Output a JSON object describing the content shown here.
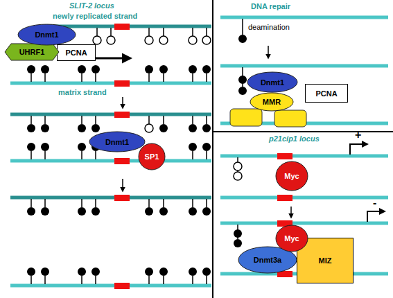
{
  "diagram": {
    "nodes": [
      {
        "text": [
          "Dnmt1"
        ]
      },
      {
        "text": [
          "UHRF1"
        ]
      },
      {
        "text": [
          "PCNA"
        ]
      },
      {
        "text": [
          "Dnmt1"
        ]
      },
      {
        "text": [
          "SP1"
        ]
      },
      {
        "text": [
          "Dnmt1"
        ]
      },
      {
        "text": [
          "MMR"
        ]
      },
      {
        "text": [
          "PCNA"
        ]
      },
      {
        "text": [
          "Myc"
        ]
      },
      {
        "text": [
          "Myc"
        ]
      },
      {
        "text": [
          "Dnmt3a"
        ]
      },
      {
        "text": [
          "MIZ"
        ]
      }
    ],
    "labels": [
      "SLIT-2 locus",
      "newly replicated strand",
      "matrix strand",
      "DNA repair",
      "deamination",
      "p21cip1 locus",
      "+",
      "-"
    ]
  }
}
